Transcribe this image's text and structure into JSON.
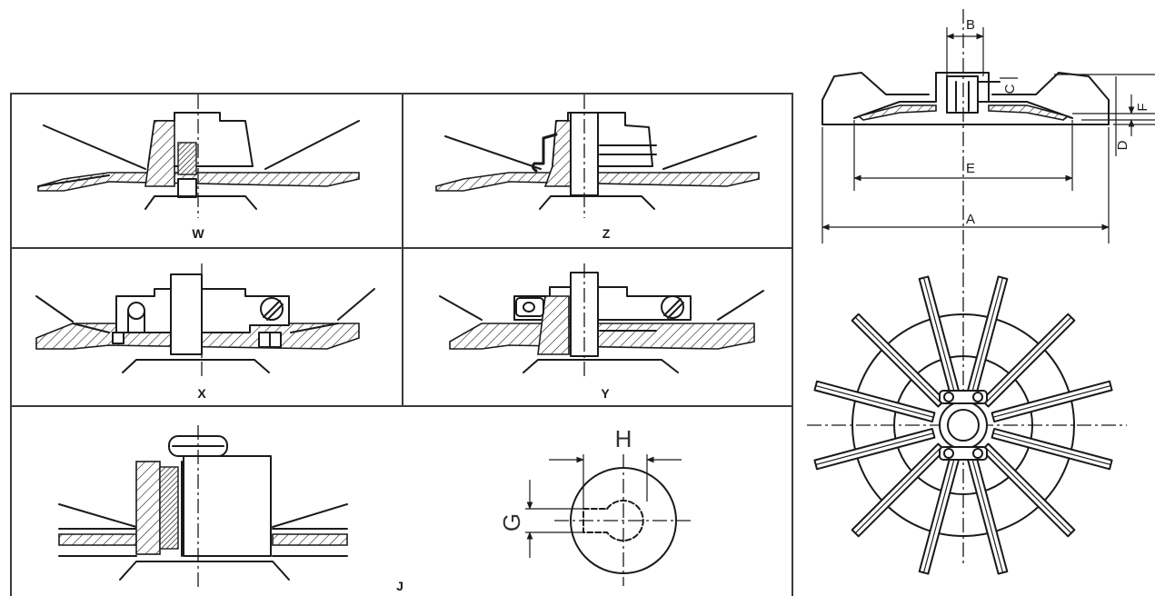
{
  "panels": [
    {
      "id": "W",
      "label": "W"
    },
    {
      "id": "Z",
      "label": "Z"
    },
    {
      "id": "X",
      "label": "X"
    },
    {
      "id": "Y",
      "label": "Y"
    },
    {
      "id": "J",
      "label": "J"
    }
  ],
  "dimensions": {
    "A": "A",
    "B": "B",
    "C": "C",
    "D": "D",
    "E": "E",
    "F": "F",
    "G": "G",
    "H": "H"
  },
  "colors": {
    "ink": "#1a1a1a",
    "paper": "#ffffff"
  }
}
